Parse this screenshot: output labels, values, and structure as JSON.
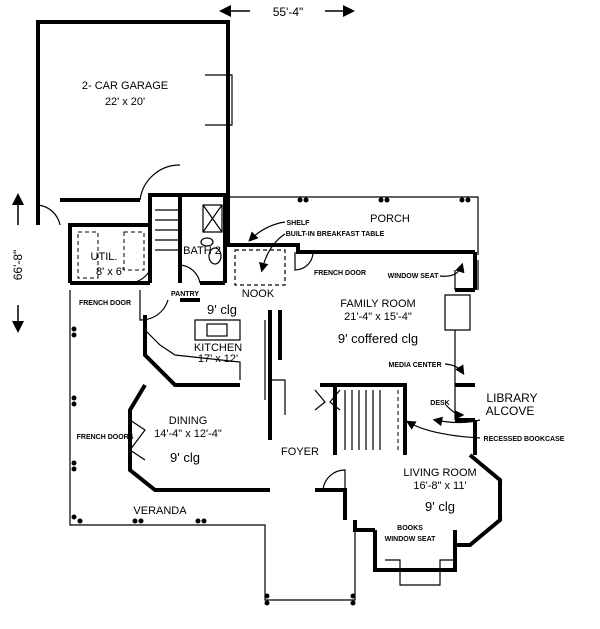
{
  "dimensions": {
    "width": "55'-4\"",
    "depth": "66'-8\""
  },
  "rooms": {
    "garage": {
      "name": "2- CAR GARAGE",
      "size": "22' x 20'"
    },
    "porch": {
      "name": "PORCH"
    },
    "util": {
      "name": "UTIL.",
      "size": "8' x 6'"
    },
    "bath": {
      "name": "BATH 2"
    },
    "nook": {
      "name": "NOOK"
    },
    "kitchen": {
      "name": "KITCHEN",
      "size": "17' x 12'",
      "ceiling": "9' clg"
    },
    "family": {
      "name": "FAMILY ROOM",
      "size": "21'-4\" x 15'-4\"",
      "ceiling": "9' coffered clg"
    },
    "library": {
      "name": "LIBRARY",
      "name2": "ALCOVE"
    },
    "dining": {
      "name": "DINING",
      "size": "14'-4\" x 12'-4\"",
      "ceiling": "9' clg"
    },
    "foyer": {
      "name": "FOYER"
    },
    "living": {
      "name": "LIVING ROOM",
      "size": "16'-8\" x 11'",
      "ceiling": "9' clg"
    },
    "veranda": {
      "name": "VERANDA"
    }
  },
  "notes": {
    "shelf": "SHELF",
    "breakfast_table": "BUILT-IN BREAKFAST TABLE",
    "pantry": "PANTRY",
    "french_door_util": "FRENCH DOOR",
    "french_door_family": "FRENCH DOOR",
    "french_doors_dining": "FRENCH DOORS",
    "window_seat": "WINDOW SEAT",
    "media_center": "MEDIA CENTER",
    "desk": "DESK",
    "recessed_bookcase": "RECESSED BOOKCASE",
    "books": "BOOKS",
    "window_seat_living": "WINDOW SEAT"
  }
}
